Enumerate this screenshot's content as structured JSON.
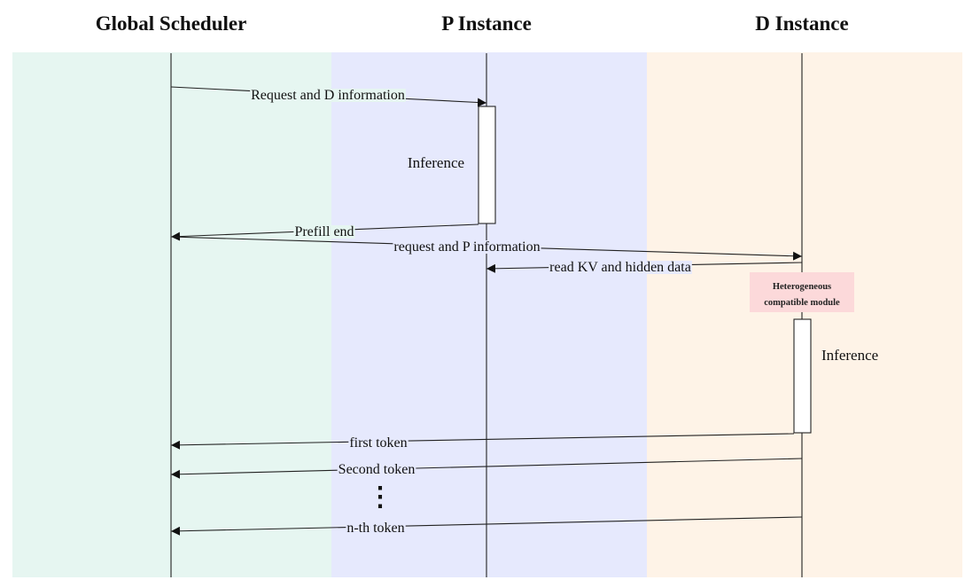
{
  "lanes": [
    {
      "title": "Global Scheduler",
      "color": "#e6f6f1"
    },
    {
      "title": "P Instance",
      "color": "#e6e9fd"
    },
    {
      "title": "D Instance",
      "color": "#fef3e7"
    }
  ],
  "activations": {
    "p_label": "Inference",
    "d_label": "Inference"
  },
  "module": {
    "line1": "Heterogeneous",
    "line2": "compatible module",
    "color": "#fcd9da"
  },
  "messages": {
    "m1": "Request and D information",
    "m2": "Prefill end",
    "m3": "request and P information",
    "m4": "read KV and hidden data",
    "m5": "first token",
    "m6": "Second token",
    "m7": "n-th token"
  },
  "ellipsis": "⋮"
}
